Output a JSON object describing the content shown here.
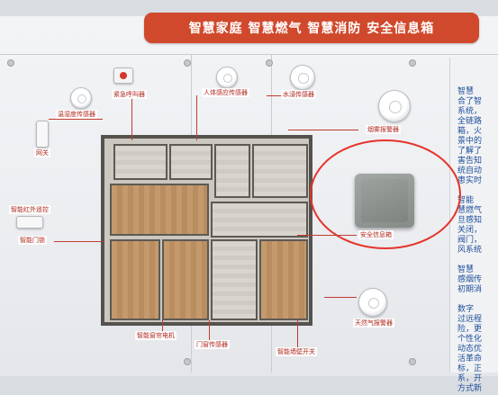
{
  "banner": {
    "title": "智慧家庭  智慧燃气  智慧消防  安全信息箱"
  },
  "labels": {
    "emergency_button": "紧急呼叫器",
    "human_sensor": "人体感应传感器",
    "water_sensor": "水浸传感器",
    "window_sensor": "温湿度传感器",
    "smoke_alarm": "烟雾报警器",
    "gateway": "网关",
    "smart_lock": "智能门锁",
    "info_box": "安全信息箱",
    "smart_curtain": "智能窗帘电机",
    "door_sensor": "门窗传感器",
    "smart_switch": "智能墙壁开关",
    "gas_alarm": "天然气报警器",
    "infrared": "智能红外遥控"
  },
  "side_text": [
    "智慧",
    "合了智",
    "系统，",
    "全链路",
    "箱，火",
    "景中的",
    "了解了",
    "害告知",
    "统自动",
    "患实时",
    "",
    "智能",
    "慧燃气",
    "旦感知",
    "关闭，",
    "阀门，",
    "风系统",
    "",
    "智慧",
    "感烟传",
    "初期消",
    "",
    "数字",
    "过远程",
    "险，更",
    "个性化",
    "动态优",
    "活革命",
    "标，正",
    "系，开",
    "方式新"
  ],
  "colors": {
    "banner": "#d0492c",
    "accent_text": "#1d4f9a",
    "annotation_circle": "#e6332a"
  }
}
